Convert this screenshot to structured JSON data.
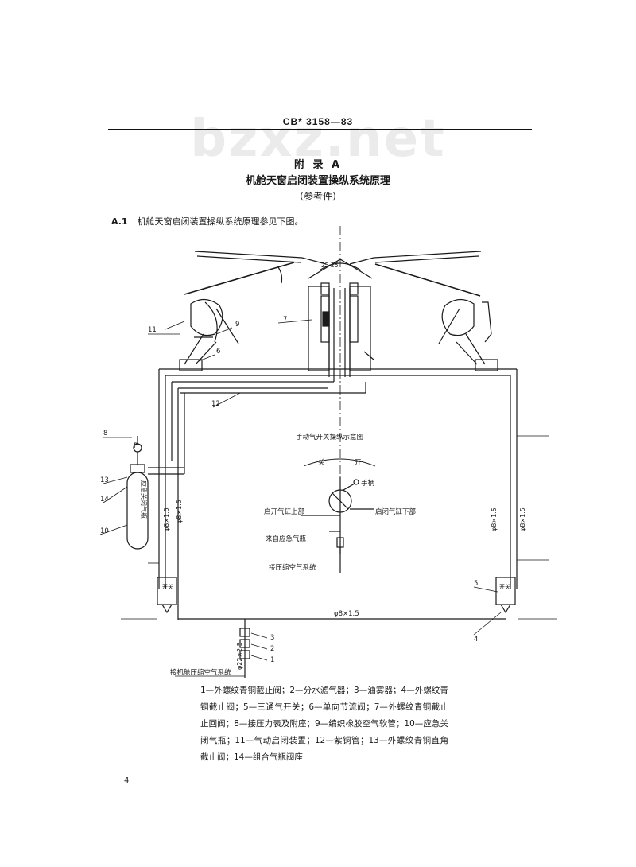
{
  "header": {
    "standard_code": "CB* 3158—83",
    "watermark": "bzxz.net"
  },
  "appendix": {
    "title": "附 录 A",
    "subtitle": "机舱天窗启闭装置操纵系统原理",
    "note": "（参考件）"
  },
  "paragraph": {
    "number": "A.1",
    "text": "机舱天窗启闭装置操纵系统原理参见下图。"
  },
  "diagram": {
    "labels": {
      "manual_valve_title": "手动气开关操纵示意图",
      "close": "关",
      "open": "开",
      "handle": "手柄",
      "to_open_cyl": "启开气缸上部",
      "to_close_cyl": "启闭气缸下部",
      "from_emergency": "来自应急气瓶",
      "from_air": "接压缩空气系统",
      "from_main": "接机舱压缩空气系统",
      "bottle": "应急关闭气瓶",
      "pipe_d8_bottom": "φ8×1.5",
      "pipe_d8_left1": "φ8×1.5",
      "pipe_d8_left2": "φ8×1.5",
      "pipe_d8_right1": "φ8×1.5",
      "pipe_d8_right2": "φ8×1.5",
      "pipe_d22": "φ22×2.5",
      "box_left": "开关",
      "box_right": "开关",
      "top_angle": "25  25",
      "p_mark": "P"
    },
    "callouts": {
      "c1": "1",
      "c2": "2",
      "c3": "3",
      "c4": "4",
      "c5": "5",
      "c6": "6",
      "c7": "7",
      "c8": "8",
      "c9": "9",
      "c10": "10",
      "c11": "11",
      "c12": "12",
      "c13": "13",
      "c14": "14"
    }
  },
  "caption": "1—外螺纹青铜截止阀；2—分水滤气器；3—油雾器；4—外螺纹青铜截止阀；5—三通气开关；6—单向节流阀；7—外螺纹青铜截止止回阀；8—接压力表及附座；9—编织橡胶空气软管；10—应急关闭气瓶；11—气动启闭装置；12—紫铜管；13—外螺纹青铜直角截止阀；14—组合气瓶阀座",
  "page": {
    "number": "4"
  }
}
